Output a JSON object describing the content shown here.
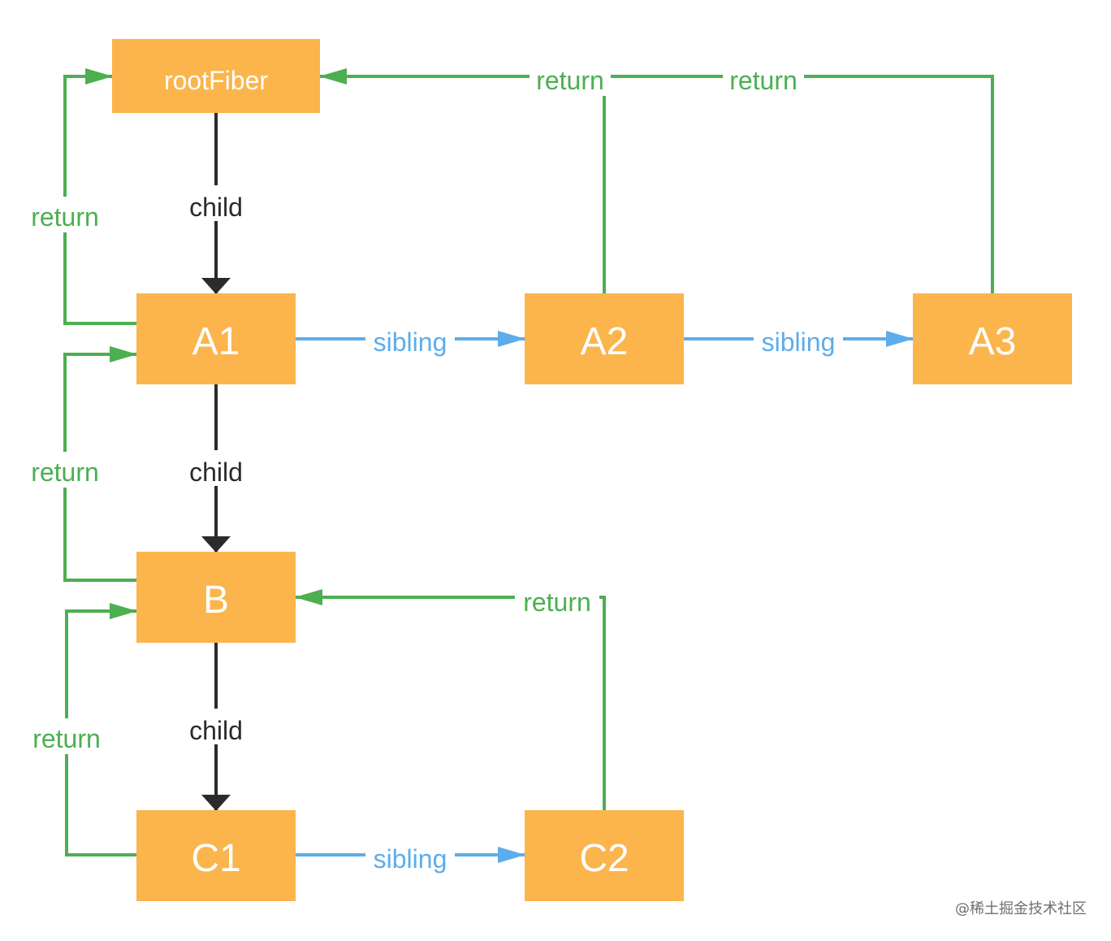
{
  "colors": {
    "node_fill": "#FBB54C",
    "node_text": "#ffffff",
    "child": "#2b2b2b",
    "sibling": "#5DADEC",
    "return": "#4CAF50"
  },
  "nodes": {
    "rootFiber": "rootFiber",
    "A1": "A1",
    "A2": "A2",
    "A3": "A3",
    "B": "B",
    "C1": "C1",
    "C2": "C2"
  },
  "edge_labels": {
    "child": "child",
    "sibling": "sibling",
    "return": "return"
  },
  "edges": [
    {
      "from": "rootFiber",
      "to": "A1",
      "type": "child"
    },
    {
      "from": "A1",
      "to": "B",
      "type": "child"
    },
    {
      "from": "B",
      "to": "C1",
      "type": "child"
    },
    {
      "from": "A1",
      "to": "A2",
      "type": "sibling"
    },
    {
      "from": "A2",
      "to": "A3",
      "type": "sibling"
    },
    {
      "from": "C1",
      "to": "C2",
      "type": "sibling"
    },
    {
      "from": "A1",
      "to": "rootFiber",
      "type": "return"
    },
    {
      "from": "A2",
      "to": "rootFiber",
      "type": "return"
    },
    {
      "from": "A3",
      "to": "rootFiber",
      "type": "return"
    },
    {
      "from": "B",
      "to": "A1",
      "type": "return"
    },
    {
      "from": "C1",
      "to": "B",
      "type": "return"
    },
    {
      "from": "C2",
      "to": "B",
      "type": "return"
    }
  ],
  "watermark": "@稀土掘金技术社区"
}
